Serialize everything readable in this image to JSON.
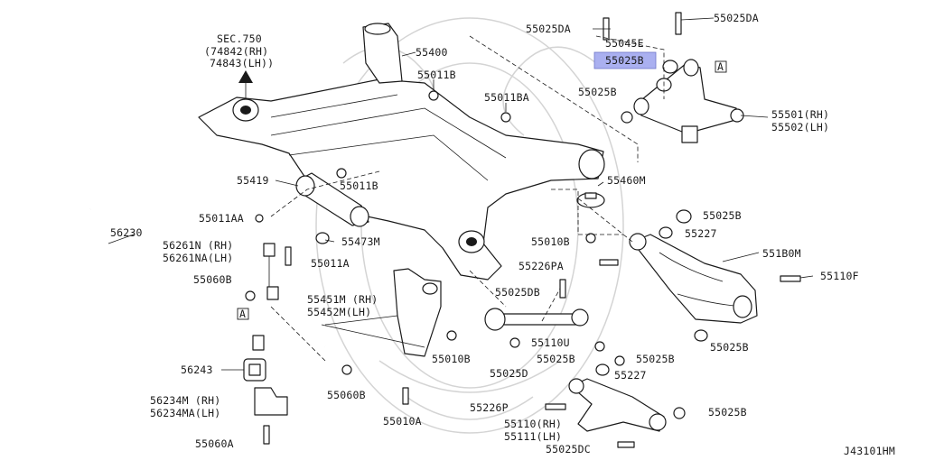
{
  "diagram_id": "J43101HM",
  "highlight_color": "#aab0f0",
  "highlighted_part": "55025B",
  "section_ref": {
    "line1": "SEC.750",
    "line2": "(74842(RH)",
    "line3": "74843(LH))"
  },
  "box_marker": "A",
  "labels": {
    "p55400": "55400",
    "p55011B_top": "55011B",
    "p55011BA": "55011BA",
    "p55025DA_left": "55025DA",
    "p55025DA_right": "55025DA",
    "p55045E": "55045E",
    "p55025B_hl": "55025B",
    "p55025B_mid": "55025B",
    "p55501": "55501(RH)",
    "p55502": "55502(LH)",
    "p55419": "55419",
    "p55011B_mid": "55011B",
    "p55011AA": "55011AA",
    "p55473M": "55473M",
    "p55460M": "55460M",
    "p55010B_top": "55010B",
    "p55025B_r1": "55025B",
    "p55227_r1": "55227",
    "p551B0M": "551B0M",
    "p55110F": "55110F",
    "p56230": "56230",
    "p56261N": "56261N (RH)",
    "p56261NA": "56261NA(LH)",
    "p55011A": "55011A",
    "p55060B_top": "55060B",
    "p55451M": "55451M (RH)",
    "p55452M": "55452M(LH)",
    "p55226PA": "55226PA",
    "p55025DB": "55025DB",
    "p55025B_r2": "55025B",
    "p55110U": "55110U",
    "p55010B_mid": "55010B",
    "p55025D": "55025D",
    "p55025B_c": "55025B",
    "p55025B_c2": "55025B",
    "p55227_c": "55227",
    "p56243": "56243",
    "p55060B_mid": "55060B",
    "p56234M": "56234M  (RH)",
    "p56234MA": "56234MA(LH)",
    "p55010A": "55010A",
    "p55226P": "55226P",
    "p55110_rh": "55110(RH)",
    "p55111_lh": "55111(LH)",
    "p55025B_bot": "55025B",
    "p55060A": "55060A",
    "p55025DC": "55025DC"
  }
}
